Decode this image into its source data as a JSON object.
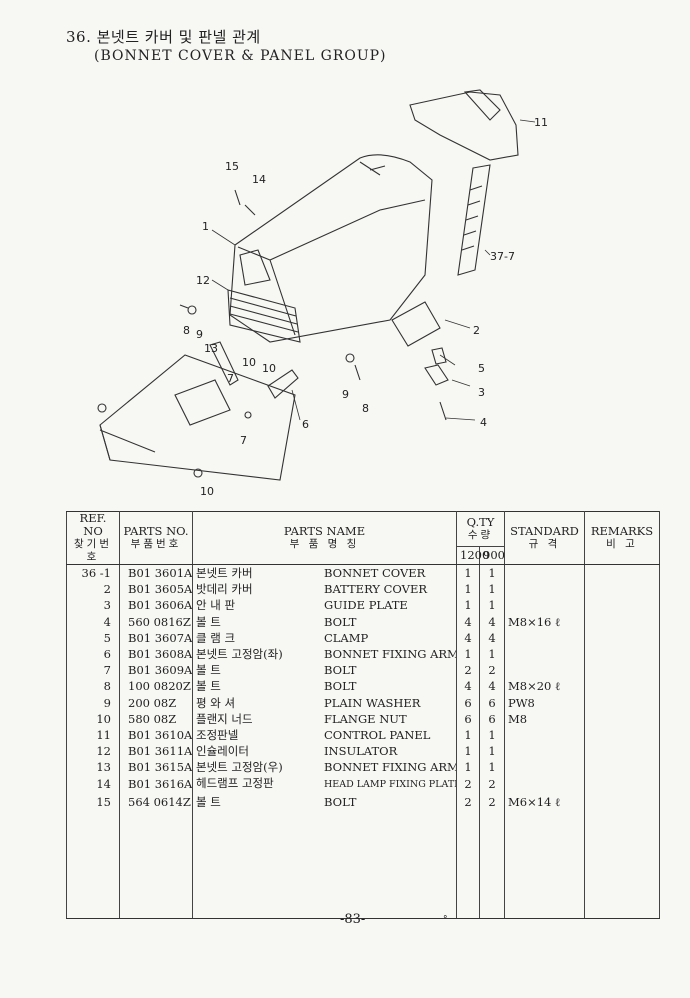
{
  "header": {
    "title_kr": "36. 본넷트 카버 및 판넬 관계",
    "title_en": "(BONNET COVER & PANEL GROUP)"
  },
  "diagram_labels": [
    "1",
    "2",
    "3",
    "4",
    "5",
    "6",
    "7",
    "7",
    "8",
    "8",
    "9",
    "9",
    "10",
    "10",
    "10",
    "11",
    "12",
    "13",
    "14",
    "15",
    "37-7"
  ],
  "table": {
    "headers": {
      "ref": "REF. NO",
      "ref_kr": "찾기번호",
      "parts_no": "PARTS NO.",
      "parts_no_kr": "부품번호",
      "parts_name": "PARTS NAME",
      "parts_name_kr": "부 품 명 칭",
      "qty": "Q.TY",
      "qty_kr": "수량",
      "qty_a": "1200",
      "qty_b": "900",
      "standard": "STANDARD",
      "standard_kr": "규 격",
      "remarks": "REMARKS",
      "remarks_kr": "비 고"
    },
    "rows": [
      {
        "ref": "36 -1",
        "part": "B01 3601A",
        "name_kr": "본넷트 카버",
        "name_en": "BONNET COVER",
        "q1": "1",
        "q2": "1",
        "std": "",
        "rem": ""
      },
      {
        "ref": "2",
        "part": "B01 3605A",
        "name_kr": "밧데리 카버",
        "name_en": "BATTERY COVER",
        "q1": "1",
        "q2": "1",
        "std": "",
        "rem": ""
      },
      {
        "ref": "3",
        "part": "B01 3606A",
        "name_kr": "안 내 판",
        "name_en": "GUIDE PLATE",
        "q1": "1",
        "q2": "1",
        "std": "",
        "rem": ""
      },
      {
        "ref": "4",
        "part": "560 0816Z",
        "name_kr": "볼 트",
        "name_en": "BOLT",
        "q1": "4",
        "q2": "4",
        "std": "M8×16 ℓ",
        "rem": ""
      },
      {
        "ref": "5",
        "part": "B01 3607A",
        "name_kr": "클 램 크",
        "name_en": "CLAMP",
        "q1": "4",
        "q2": "4",
        "std": "",
        "rem": ""
      },
      {
        "ref": "6",
        "part": "B01 3608A",
        "name_kr": "본넷트 고정암(좌)",
        "name_en": "BONNET FIXING ARM",
        "q1": "1",
        "q2": "1",
        "std": "",
        "rem": ""
      },
      {
        "ref": "7",
        "part": "B01 3609A",
        "name_kr": "볼 트",
        "name_en": "BOLT",
        "q1": "2",
        "q2": "2",
        "std": "",
        "rem": ""
      },
      {
        "ref": "8",
        "part": "100 0820Z",
        "name_kr": "볼 트",
        "name_en": "BOLT",
        "q1": "4",
        "q2": "4",
        "std": "M8×20 ℓ",
        "rem": ""
      },
      {
        "ref": "9",
        "part": "200 08Z",
        "name_kr": "평 와 셔",
        "name_en": "PLAIN WASHER",
        "q1": "6",
        "q2": "6",
        "std": "PW8",
        "rem": ""
      },
      {
        "ref": "10",
        "part": "580 08Z",
        "name_kr": "플랜지 너드",
        "name_en": "FLANGE NUT",
        "q1": "6",
        "q2": "6",
        "std": "M8",
        "rem": ""
      },
      {
        "ref": "11",
        "part": "B01 3610A",
        "name_kr": "조정판넬",
        "name_en": "CONTROL PANEL",
        "q1": "1",
        "q2": "1",
        "std": "",
        "rem": ""
      },
      {
        "ref": "12",
        "part": "B01 3611A",
        "name_kr": "인슐레이터",
        "name_en": "INSULATOR",
        "q1": "1",
        "q2": "1",
        "std": "",
        "rem": ""
      },
      {
        "ref": "13",
        "part": "B01 3615A",
        "name_kr": "본넷트 고정암(우)",
        "name_en": "BONNET FIXING ARM",
        "q1": "1",
        "q2": "1",
        "std": "",
        "rem": ""
      },
      {
        "ref": "14",
        "part": "B01 3616A",
        "name_kr": "헤드램프 고정판",
        "name_en": "HEAD LAMP FIXING PLATE",
        "q1": "2",
        "q2": "2",
        "std": "",
        "rem": ""
      },
      {
        "ref": "15",
        "part": "564 0614Z",
        "name_kr": "볼 트",
        "name_en": "BOLT",
        "q1": "2",
        "q2": "2",
        "std": "M6×14 ℓ",
        "rem": ""
      }
    ]
  },
  "footer": {
    "page_number": "-83-",
    "mark": "°"
  }
}
